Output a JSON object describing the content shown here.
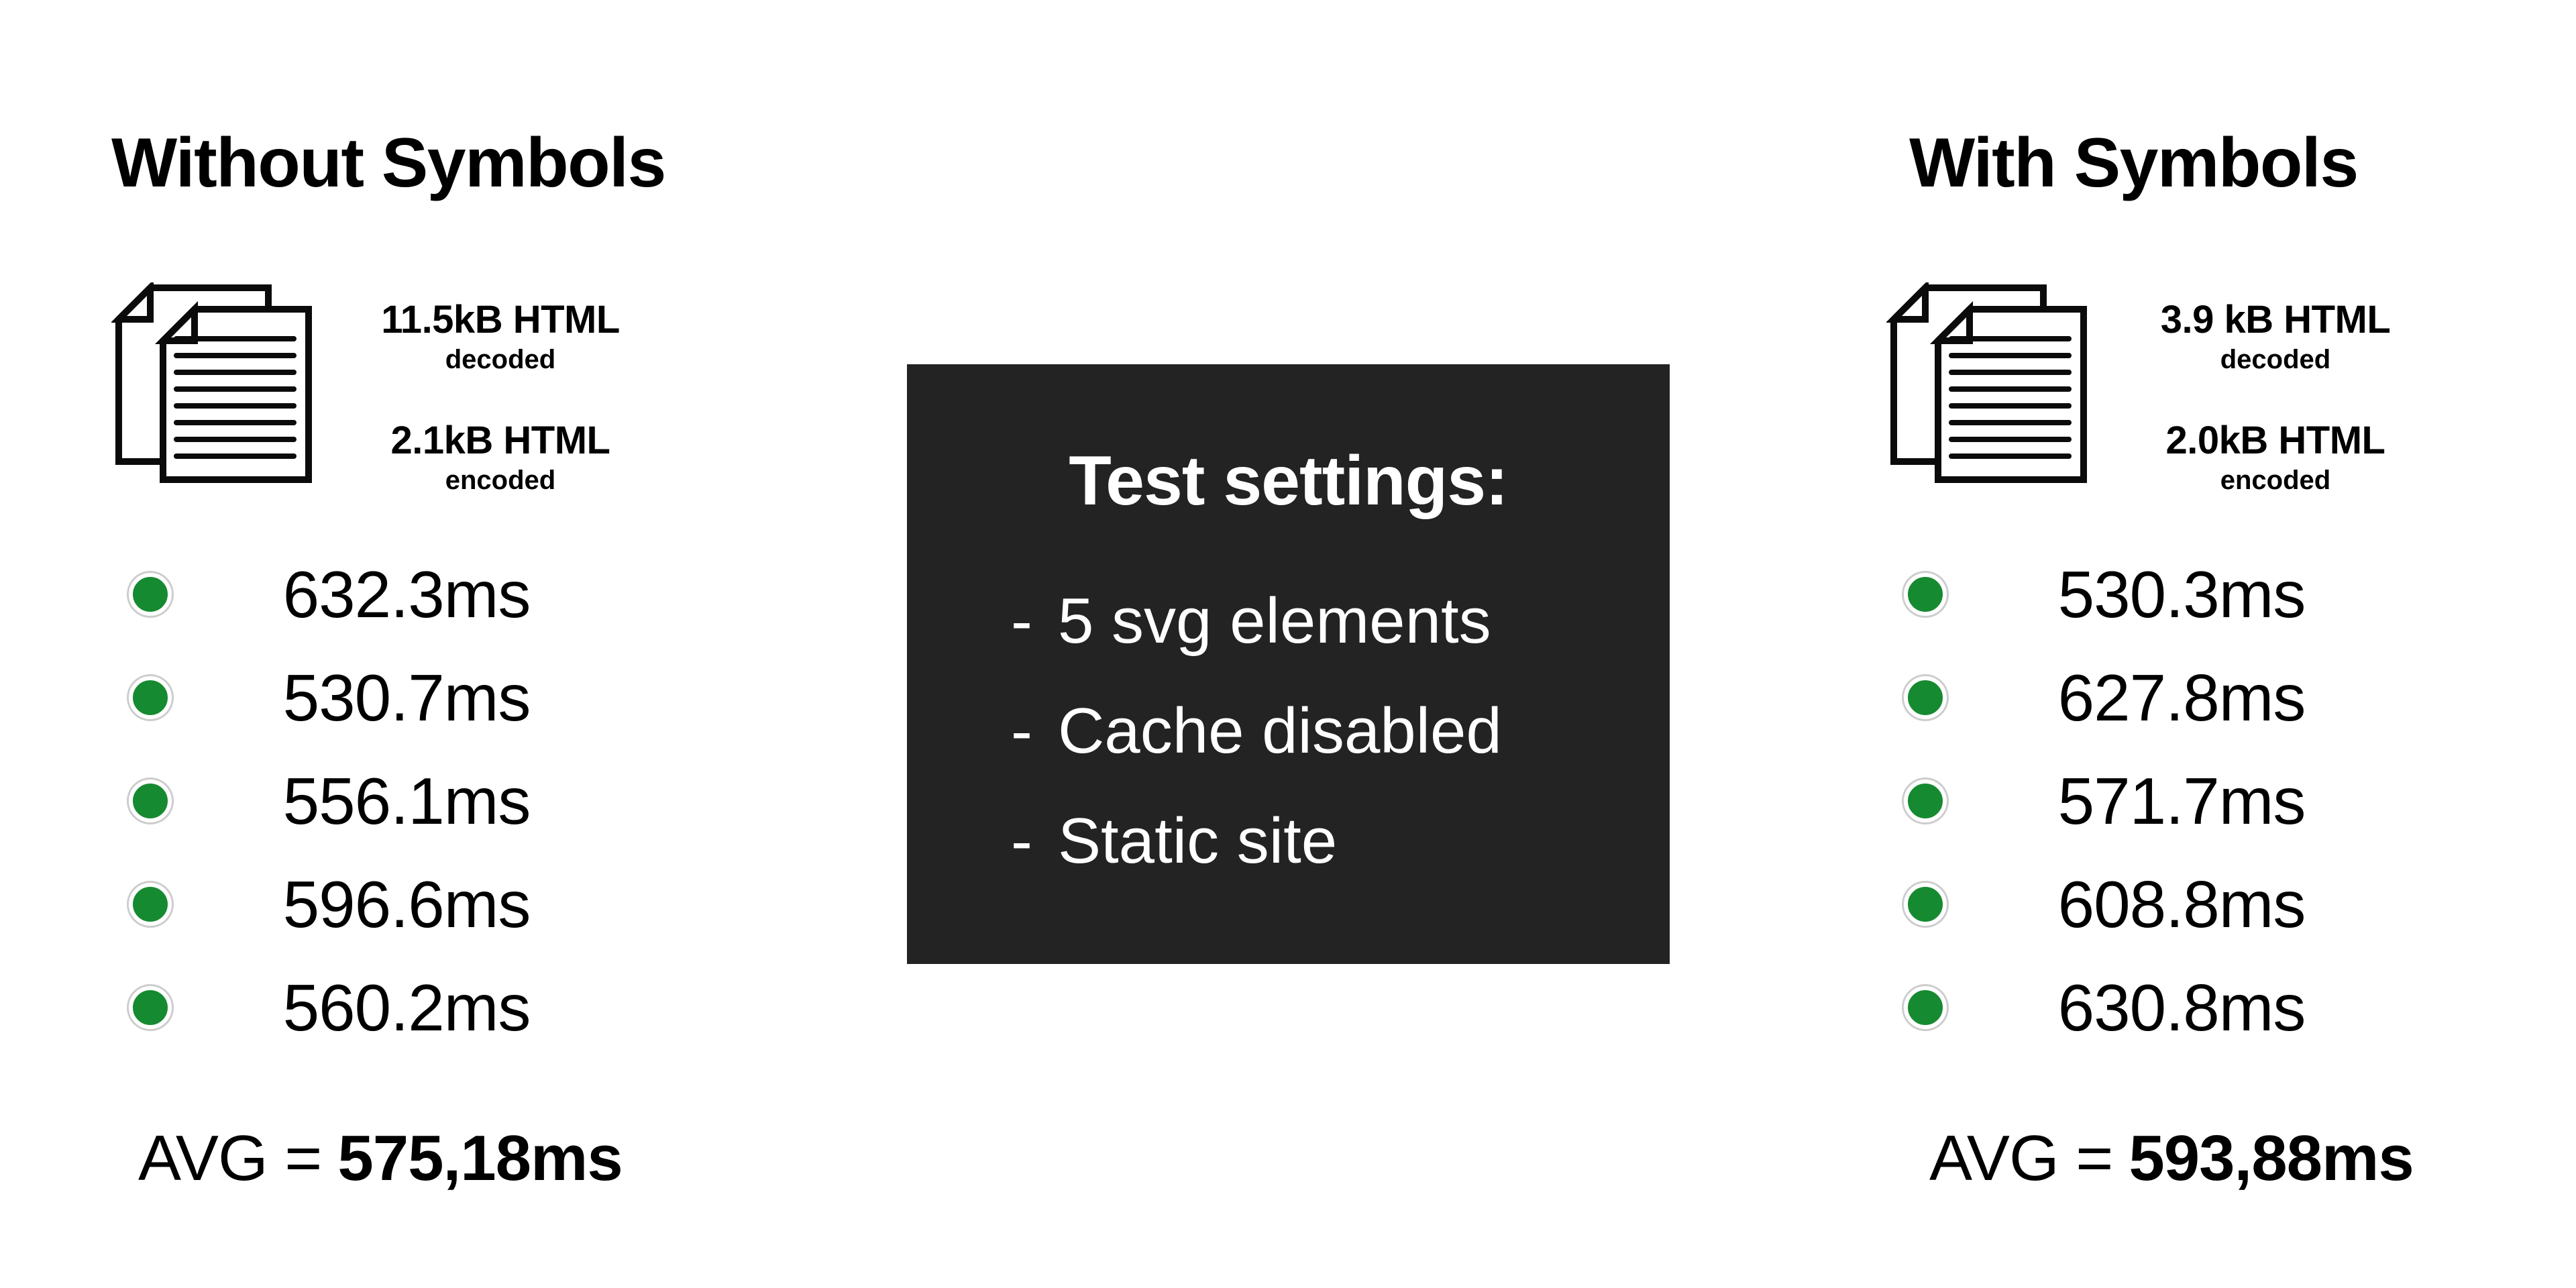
{
  "chart_data": {
    "type": "table",
    "groups": [
      {
        "name": "Without Symbols",
        "decoded_size": "11.5kB HTML",
        "encoded_size": "2.1kB HTML",
        "runs_ms": [
          632.3,
          530.7,
          556.1,
          596.6,
          560.2
        ],
        "avg_ms": 575.18
      },
      {
        "name": "With Symbols",
        "decoded_size": "3.9 kB HTML",
        "encoded_size": "2.0kB HTML",
        "runs_ms": [
          530.3,
          627.8,
          571.7,
          608.8,
          630.8
        ],
        "avg_ms": 593.88
      }
    ],
    "test_settings": [
      "5 svg elements",
      "Cache disabled",
      "Static site"
    ]
  },
  "left_panel": {
    "title": "Without Symbols",
    "sizes": [
      {
        "size": "11.5kB HTML",
        "label": "decoded"
      },
      {
        "size": "2.1kB HTML",
        "label": "encoded"
      }
    ],
    "runs": [
      "632.3ms",
      "530.7ms",
      "556.1ms",
      "596.6ms",
      "560.2ms"
    ],
    "avg_label": "AVG =",
    "avg_value": "575,18ms"
  },
  "center_box": {
    "title": "Test settings:",
    "bullet": "-",
    "items": [
      "5 svg elements",
      "Cache disabled",
      "Static site"
    ]
  },
  "right_panel": {
    "title": "With Symbols",
    "sizes": [
      {
        "size": "3.9 kB HTML",
        "label": "decoded"
      },
      {
        "size": "2.0kB HTML",
        "label": "encoded"
      }
    ],
    "runs": [
      "530.3ms",
      "627.8ms",
      "571.7ms",
      "608.8ms",
      "630.8ms"
    ],
    "avg_label": "AVG =",
    "avg_value": "593,88ms"
  },
  "colors": {
    "background": "#ffffff",
    "text": "#000000",
    "dot_green": "#168A30",
    "dot_ring": "#cdcdcd",
    "box_background": "#232323",
    "box_text": "#ffffff"
  }
}
